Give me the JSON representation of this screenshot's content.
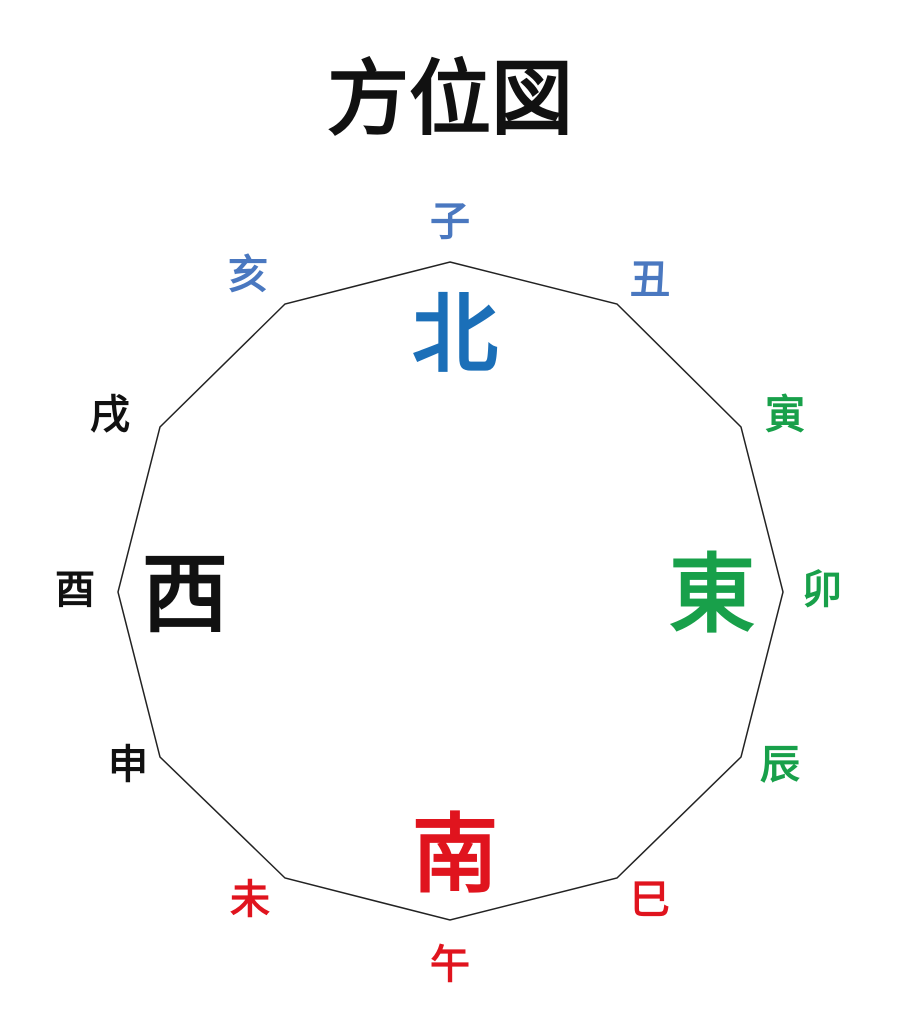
{
  "title": "方位図",
  "colors": {
    "north": "#1b6fb8",
    "north_branch": "#4a78c0",
    "east": "#18a04a",
    "south": "#e0141e",
    "west": "#111111"
  },
  "directions": {
    "north": "北",
    "east": "東",
    "south": "南",
    "west": "西"
  },
  "branches": {
    "ne": "子",
    "ushi": "丑",
    "tora": "寅",
    "u": "卯",
    "tatsu": "辰",
    "mi": "巳",
    "uma": "午",
    "hitsuji": "未",
    "saru": "申",
    "tori": "酉",
    "inu": "戌",
    "i": "亥"
  }
}
